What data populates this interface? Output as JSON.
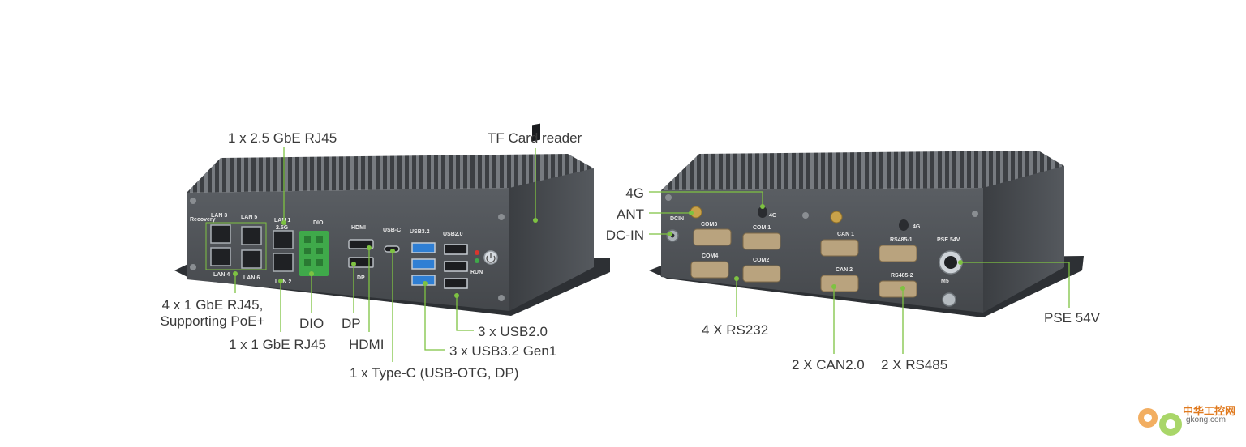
{
  "front": {
    "callouts": {
      "lan25": "1 x 2.5 GbE RJ45",
      "tf": "TF Card reader",
      "lan4_line1": "4 x 1 GbE RJ45,",
      "lan4_line2": "Supporting PoE+",
      "dio": "DIO",
      "dp": "DP",
      "hdmi": "HDMI",
      "lan1": "1 x 1 GbE RJ45",
      "typec": "1 x Type-C (USB-OTG, DP)",
      "usb2": "3 x USB2.0",
      "usb32": "3 x USB3.2 Gen1"
    },
    "panel_labels": {
      "recovery": "Recovery",
      "lan3": "LAN 3",
      "lan5": "LAN 5",
      "lan1": "LAN 1",
      "lan1_sub": "2.5G",
      "dio": "DIO",
      "hdmi": "HDMI",
      "usbc": "USB-C",
      "usb32": "USB3.2",
      "usb20": "USB2.0",
      "lan4": "LAN 4",
      "lan6": "LAN 6",
      "lan2": "LAN 2",
      "dp": "DP",
      "run": "RUN"
    }
  },
  "rear": {
    "callouts": {
      "g4": "4G",
      "ant": "ANT",
      "dcin": "DC-IN",
      "rs232": "4 X RS232",
      "can": "2 X CAN2.0",
      "rs485": "2 X RS485",
      "pse": "PSE 54V"
    },
    "panel_labels": {
      "com3": "COM3",
      "com1": "COM 1",
      "can1": "CAN 1",
      "rs4851": "RS485-1",
      "pse": "PSE  54V",
      "com4": "COM4",
      "com2": "COM2",
      "can2": "CAN 2",
      "rs4852": "RS485-2",
      "m5": "M5",
      "g4": "4G",
      "dcin": "DCIN"
    }
  },
  "watermark": {
    "line1": "中华工控网",
    "line2": "gkong.com"
  },
  "colors": {
    "leader": "#7ec242",
    "chassis": "#4f5357",
    "chassis_dark": "#2f3236",
    "text": "#3a3a3a"
  }
}
